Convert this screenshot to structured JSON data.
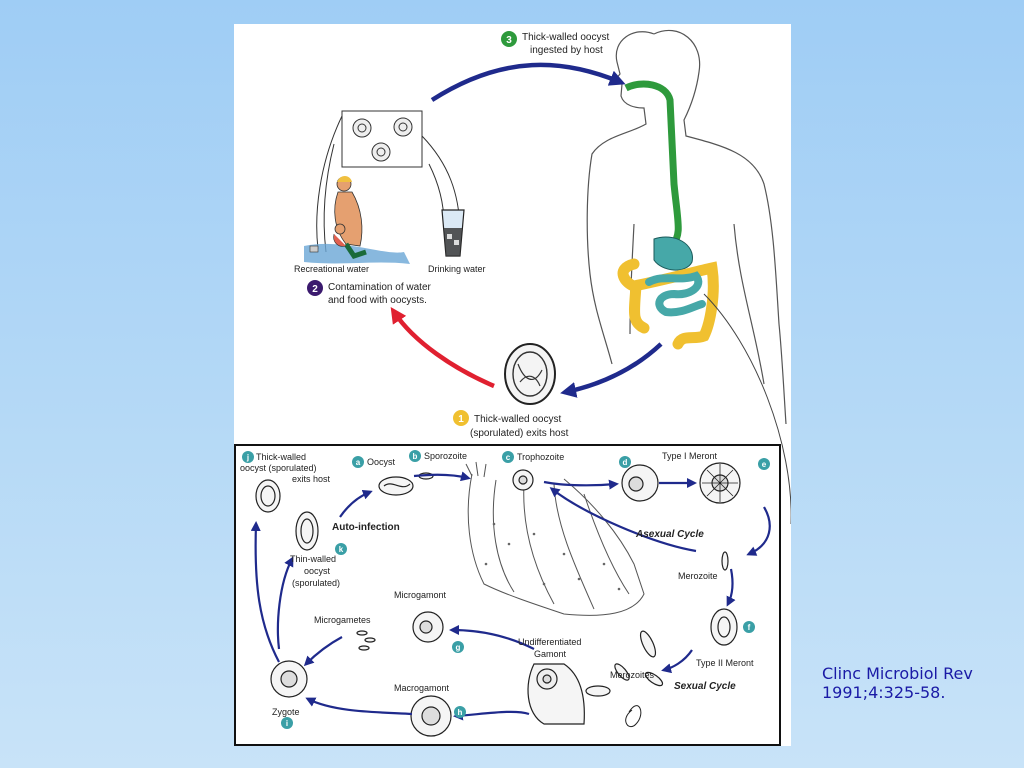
{
  "citation": {
    "line1": "Clinc Microbiol Rev",
    "line2": "1991;4:325-58."
  },
  "colors": {
    "background_top": "#9fcdf5",
    "arrow_blue": "#1f2a8c",
    "arrow_red": "#e02030",
    "badge_teal": "#3a9fa6",
    "stomach_teal": "#46a8a8",
    "intestine_yellow": "#f0c030",
    "esophagus_green": "#2e9a3c"
  },
  "steps": {
    "s1": {
      "badge": "1",
      "line1": "Thick-walled oocyst",
      "line2": "(sporulated) exits host",
      "color": "#f0c030"
    },
    "s2": {
      "badge": "2",
      "line1": "Contamination of water",
      "line2": "and food with oocysts.",
      "color": "#3b1a6e"
    },
    "s3": {
      "badge": "3",
      "line1": "Thick-walled oocyst",
      "line2": "ingested by host",
      "color": "#2e9a3c"
    }
  },
  "upper": {
    "recreational": "Recreational water",
    "drinking": "Drinking water"
  },
  "lower": {
    "j": {
      "badge": "j",
      "line1": "Thick-walled",
      "line2": "oocyst (sporulated)",
      "line3": "exits host"
    },
    "a": {
      "badge": "a",
      "text": "Oocyst"
    },
    "b": {
      "badge": "b",
      "text": "Sporozoite"
    },
    "c": {
      "badge": "c",
      "text": "Trophozoite"
    },
    "d": {
      "badge": "d"
    },
    "type1": "Type I Meront",
    "e": {
      "badge": "e"
    },
    "autoinfection": "Auto-infection",
    "asexual": "Asexual Cycle",
    "merozoite": "Merozoite",
    "k": {
      "badge": "k",
      "line1": "Thin-walled",
      "line2": "oocyst",
      "line3": "(sporulated)"
    },
    "f": {
      "badge": "f"
    },
    "microgamont": "Microgamont",
    "microgametes": "Microgametes",
    "g": {
      "badge": "g"
    },
    "undiff1": "Undifferentiated",
    "undiff2": "Gamont",
    "merozoites": "Merozoites",
    "type2": "Type II Meront",
    "sexual": "Sexual Cycle",
    "macrogamont": "Macrogamont",
    "h": {
      "badge": "h"
    },
    "zygote": "Zygote",
    "i": {
      "badge": "i"
    }
  }
}
